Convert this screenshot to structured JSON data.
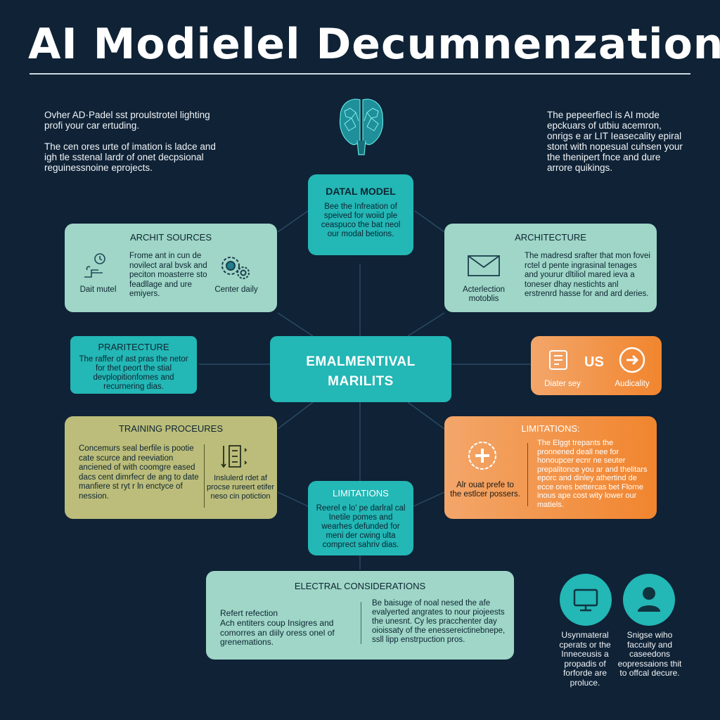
{
  "title": "AI Modielel Decumnenzation:",
  "intro_left": {
    "p1": "Ovher AD·Padel sst proulstrotel lighting profi your car ertuding.",
    "p2": "The cen ores urte of imation is ladce and igh tle sstenal lardr of onet decpsional reguinessnoine eprojects."
  },
  "intro_right": {
    "text": "The pepeerfiecl is AI mode epckuars of utbiu acemron, onrigs e ar LIT Ieasecality epiral stont with nopesual cuhsen your the thenipert fnce and dure arrore quikings."
  },
  "data_model": {
    "heading": "DATAL MODEL",
    "body": "Bee the Infreation of speived for woiid ple ceaspuco the bat neol our modal betions."
  },
  "archit_sources": {
    "heading": "ARCHIT SOURCES",
    "left_label": "Dait mutel",
    "body": "Frome ant in cun de novilect aral bvsk and peciton moasterre sto feadllage and ure emiyers.",
    "right_label": "Center daily"
  },
  "architecture": {
    "heading": "ARCHITECTURE",
    "left_label": "Acterlection motoblis",
    "body": "The madresd srafter that mon fovei rctel d pente ingrasinal tenages and yourur dltiliol mared ieva a toneser dhay nestichts anl erstrenrd hasse for and ard deries."
  },
  "prarchitecture": {
    "heading": "PRARITECTURE",
    "body": "The raffer of ast pras the netor for thet peort the stial devplopitionfomes and recurnering dias."
  },
  "central": {
    "line1": "EMALMENTIVAL",
    "line2": "MARILITS"
  },
  "us_box": {
    "center": "US",
    "left_label": "Diater sey",
    "right_label": "Audicality"
  },
  "training": {
    "heading": "TRAINING PROCEURES",
    "body": "Concemurs seal berfile is pootie cate scurce and reeviation anciened of with coomgre eased dacs cent dimrfecr de ang to date manfiere st ryt r ln enctyce of nession.",
    "right_text": "Inslulerd rdet af procse rureert etifer neso cin potiction"
  },
  "limitations_right": {
    "heading": "LIMITATIONS:",
    "left_text": "Alr ouat prefe to the estlcer possers.",
    "body": "The Elggt trepants the pronnened deall nee for honoupcer ecnr ne seuter prepalitonce you ar and thelitars eporc and dinley athertind de ecce ones bettercas bet Florne inous ape cost wity lower our matiels."
  },
  "limitations_center": {
    "heading": "LIMITATIONS",
    "body": "Reerel e lo' pe darlral cal Inetile pomes and wearhes defunded for meni der cwing ulta comprect sahriv dias."
  },
  "electral": {
    "heading": "ELECTRAL CONSIDERATIONS",
    "left_title": "Refert refection",
    "left_body": "Ach entiters coup Insigres and comorres an diily oress onel of grenemations.",
    "right_body": "Be baisuge of noal nesed the afe evalyerted angrates to nour piojeests the unesnt. Cy les pracchenter day oioissaty of the enessereictinebnepe, ssll lipp enstrpuction pros."
  },
  "bottom_left_circle": {
    "text": "Usynmateral cperats or the Inneceusis a propadis of forforde are proluce."
  },
  "bottom_right_circle": {
    "text": "Snigse wiho faccuity and caseedons eopressaions thit to offcal decure."
  },
  "colors": {
    "background": "#0f2236",
    "teal": "#23b7b5",
    "mint": "#9fd6c7",
    "olive": "#bcbd7a",
    "orange": "#f1852e"
  }
}
